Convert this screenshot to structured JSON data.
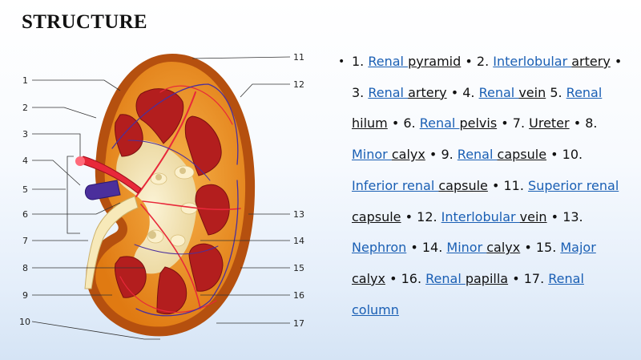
{
  "title": "STRUCTURE",
  "bullet_symbol": "•",
  "callouts": [
    "1",
    "2",
    "3",
    "4",
    "5",
    "6",
    "7",
    "8",
    "9",
    "10",
    "11",
    "12",
    "13",
    "14",
    "15",
    "16",
    "17"
  ],
  "bullet_items": [
    {
      "lead": "1. ",
      "link": "Renal ",
      "term": "pyramid",
      "sep": " • "
    },
    {
      "lead": "2. ",
      "link": "Interlobular ",
      "term": "artery",
      "sep": " • "
    },
    {
      "lead": "3. ",
      "link": "Renal ",
      "term": "artery",
      "sep": " • "
    },
    {
      "lead": "4. ",
      "link": "Renal ",
      "term": "vein",
      "sep": " "
    },
    {
      "lead": "5. ",
      "link": "Renal ",
      "term": "hilum",
      "sep": " • "
    },
    {
      "lead": "6. ",
      "link": "Renal ",
      "term": "pelvis",
      "sep": " • "
    },
    {
      "lead": "7. ",
      "link": "",
      "term": "Ureter",
      "sep": " • "
    },
    {
      "lead": "8. ",
      "link": "Minor ",
      "term": "calyx",
      "sep": " • "
    },
    {
      "lead": "9. ",
      "link": "Renal ",
      "term": "capsule",
      "sep": " • "
    },
    {
      "lead": "10. ",
      "link": "Inferior renal ",
      "term": "capsule",
      "sep": " • "
    },
    {
      "lead": "11. ",
      "link": "Superior renal ",
      "term": "capsule",
      "sep": " • "
    },
    {
      "lead": "12. ",
      "link": "Interlobular ",
      "term": "vein",
      "sep": " • "
    },
    {
      "lead": "13. ",
      "link": "Nephron",
      "term": "",
      "sep": " • "
    },
    {
      "lead": "14. ",
      "link": "Minor ",
      "term": "calyx",
      "sep": " • "
    },
    {
      "lead": "15. ",
      "link": "Major ",
      "term": "calyx",
      "sep": " • "
    },
    {
      "lead": "16. ",
      "link": "Renal ",
      "term": "papilla",
      "sep": " • "
    },
    {
      "lead": "17. ",
      "link": "Renal column",
      "term": "",
      "sep": ""
    }
  ],
  "colors": {
    "capsule": "#b5500f",
    "cortex": "#e88a1c",
    "pyramid": "#b31e1e",
    "sinus": "#f3e6b8",
    "artery": "#e8283a",
    "vein": "#4b2f9c",
    "link": "#1a5fb4"
  }
}
